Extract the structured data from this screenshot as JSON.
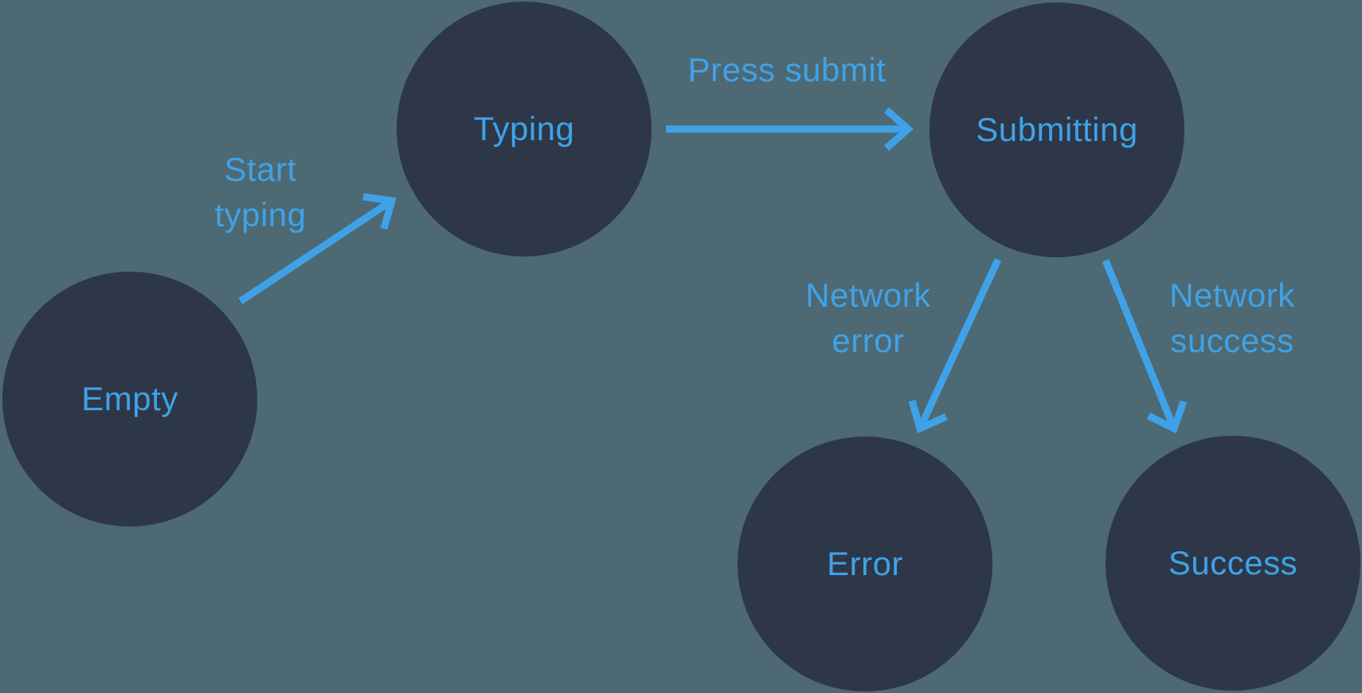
{
  "diagram_type": "state-machine",
  "colors": {
    "background": "#4D6973",
    "node_fill": "#2D3748",
    "accent": "#3FA2E8"
  },
  "nodes": [
    {
      "id": "empty",
      "label": "Empty"
    },
    {
      "id": "typing",
      "label": "Typing"
    },
    {
      "id": "submitting",
      "label": "Submitting"
    },
    {
      "id": "error",
      "label": "Error"
    },
    {
      "id": "success",
      "label": "Success"
    }
  ],
  "edges": [
    {
      "id": "start-typing",
      "from": "empty",
      "to": "typing",
      "label": "Start typing"
    },
    {
      "id": "press-submit",
      "from": "typing",
      "to": "submitting",
      "label": "Press submit"
    },
    {
      "id": "network-error",
      "from": "submitting",
      "to": "error",
      "label": "Network error"
    },
    {
      "id": "network-success",
      "from": "submitting",
      "to": "success",
      "label": "Network success"
    }
  ]
}
